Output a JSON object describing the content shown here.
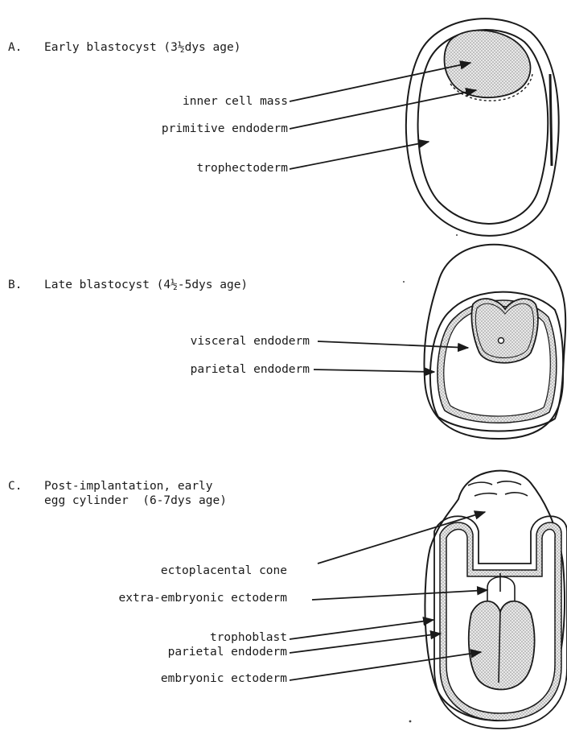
{
  "panels": [
    {
      "letter": "A.",
      "title_lines": [
        "Early blastocyst (3½dys age)"
      ],
      "labels": [
        "inner cell mass",
        "primitive endoderm",
        "trophectoderm"
      ]
    },
    {
      "letter": "B.",
      "title_lines": [
        "Late blastocyst (4½-5dys age)"
      ],
      "labels": [
        "visceral endoderm",
        "parietal endoderm"
      ]
    },
    {
      "letter": "C.",
      "title_lines": [
        "Post-implantation, early",
        "egg cylinder  (6-7dys age)"
      ],
      "labels": [
        "ectoplacental cone",
        "extra-embryonic ectoderm",
        "trophoblast",
        "parietal endoderm",
        "embryonic ectoderm"
      ]
    }
  ],
  "colors": {
    "ink": "#1a1a1a",
    "stipple": "#c8c8c8",
    "paper": "#ffffff"
  }
}
